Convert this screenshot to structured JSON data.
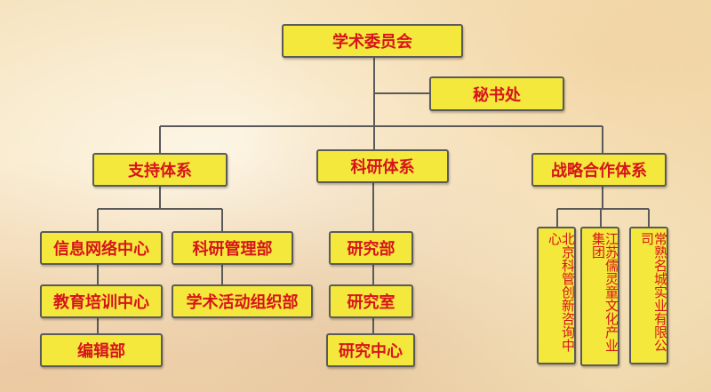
{
  "root": "学术委员会",
  "secretariat": "秘书处",
  "systems": [
    {
      "label": "支持体系",
      "children": [
        "信息网络中心",
        "教育培训中心",
        "编辑部",
        "科研管理部",
        "学术活动组织部"
      ]
    },
    {
      "label": "科研体系",
      "children": [
        "研究部",
        "研究室",
        "研究中心"
      ]
    },
    {
      "label": "战略合作体系",
      "children": [
        "北京科管创新咨询中心",
        "江苏儒灵童文化产业集团",
        "常熟名城实业有限公司"
      ]
    }
  ],
  "colors": {
    "box": "#f4e83c",
    "text": "#d7141a",
    "line": "#5a5a5a"
  }
}
